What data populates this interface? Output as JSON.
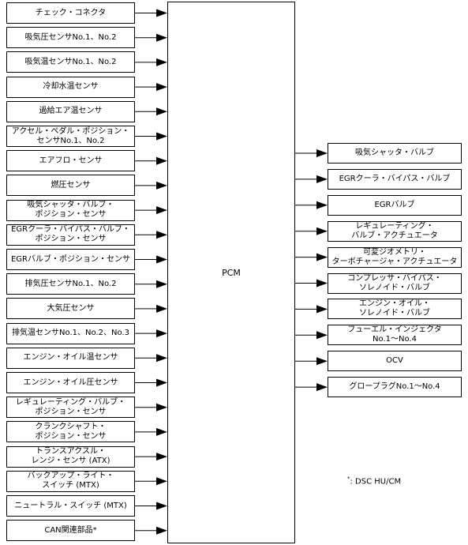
{
  "pcm_label": "PCM",
  "inputs": [
    {
      "label": "チェック・コネクタ"
    },
    {
      "label": "吸気圧センサNo.1、No.2"
    },
    {
      "label": "吸気温センサNo.1、No.2"
    },
    {
      "label": "冷却水温センサ"
    },
    {
      "label": "過給エア温センサ"
    },
    {
      "label": "アクセル・ペダル・ポジション・\nセンサNo.1、No.2"
    },
    {
      "label": "エアフロ・センサ"
    },
    {
      "label": "燃圧センサ"
    },
    {
      "label": "吸気シャッタ・バルブ・\nポジション・センサ"
    },
    {
      "label": "EGRクーラ・バイパス・バルブ・\nポジション・センサ"
    },
    {
      "label": "EGRバルブ・ポジション・センサ"
    },
    {
      "label": "排気圧センサNo.1、No.2"
    },
    {
      "label": "大気圧センサ"
    },
    {
      "label": "排気温センサNo.1、No.2、No.3"
    },
    {
      "label": "エンジン・オイル温センサ"
    },
    {
      "label": "エンジン・オイル圧センサ"
    },
    {
      "label": "レギュレーティング・バルブ・\nポジション・センサ"
    },
    {
      "label": "クランクシャフト・\nポジション・センサ"
    },
    {
      "label": "トランスアクスル・\nレンジ・センサ (ATX)"
    },
    {
      "label": "バックアップ・ライト・\nスイッチ (MTX)"
    },
    {
      "label": "ニュートラル・スイッチ (MTX)"
    },
    {
      "label": "CAN関連部品*"
    }
  ],
  "outputs": [
    {
      "label": "吸気シャッタ・バルブ"
    },
    {
      "label": "EGRクーラ・バイパス・バルブ"
    },
    {
      "label": "EGRバルブ"
    },
    {
      "label": "レギュレーティング・\nバルブ・アクチュエータ"
    },
    {
      "label": "可変ジオメトリ・\nターボチャージャ・アクチュエータ"
    },
    {
      "label": "コンプレッサ・バイパス・\nソレノイド・バルブ"
    },
    {
      "label": "エンジン・オイル・\nソレノイド・バルブ"
    },
    {
      "label": "フューエル・インジェクタ\nNo.1～No.4"
    },
    {
      "label": "OCV"
    },
    {
      "label": "グロープラグNo.1～No.4"
    }
  ],
  "footnote": {
    "mark": "*",
    "text": ": DSC HU/CM"
  }
}
